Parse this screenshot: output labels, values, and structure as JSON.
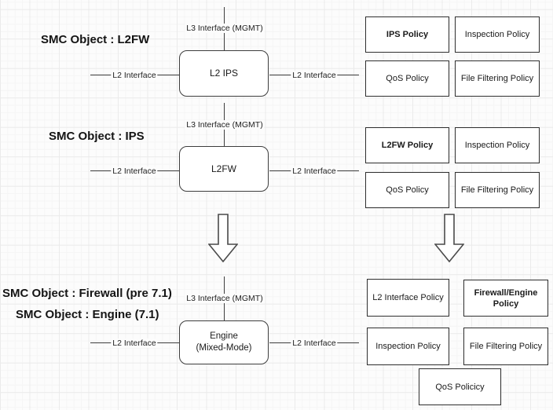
{
  "diagram": {
    "colors": {
      "line": "#3d3d3d",
      "box_fill": "#ffffff",
      "canvas": "#fcfcfc"
    },
    "sections": [
      {
        "title": "SMC Object : L2FW",
        "mgmt_label": "L3 Interface (MGMT)",
        "node": "L2 IPS",
        "node_line2": "",
        "left_interface": "L2 Interface",
        "right_interface": "L2 Interface",
        "policies": [
          "IPS Policy",
          "Inspection Policy",
          "QoS Policy",
          "File Filtering Policy"
        ]
      },
      {
        "title": "SMC Object : IPS",
        "mgmt_label": "L3 Interface (MGMT)",
        "node": "L2FW",
        "node_line2": "",
        "left_interface": "L2 Interface",
        "right_interface": "L2 Interface",
        "policies": [
          "L2FW Policy",
          "Inspection Policy",
          "QoS Policy",
          "File Filtering Policy"
        ]
      },
      {
        "title": "SMC Object : Firewall (pre 7.1)",
        "title2": "SMC Object : Engine (7.1)",
        "mgmt_label": "L3 Interface (MGMT)",
        "node": "Engine",
        "node_line2": "(Mixed-Mode)",
        "left_interface": "L2 Interface",
        "right_interface": "L2 Interface",
        "policies": [
          "L2 Interface Policy",
          "Firewall/Engine Policy",
          "Inspection Policy",
          "File Filtering Policy",
          "QoS Policicy"
        ]
      }
    ]
  }
}
